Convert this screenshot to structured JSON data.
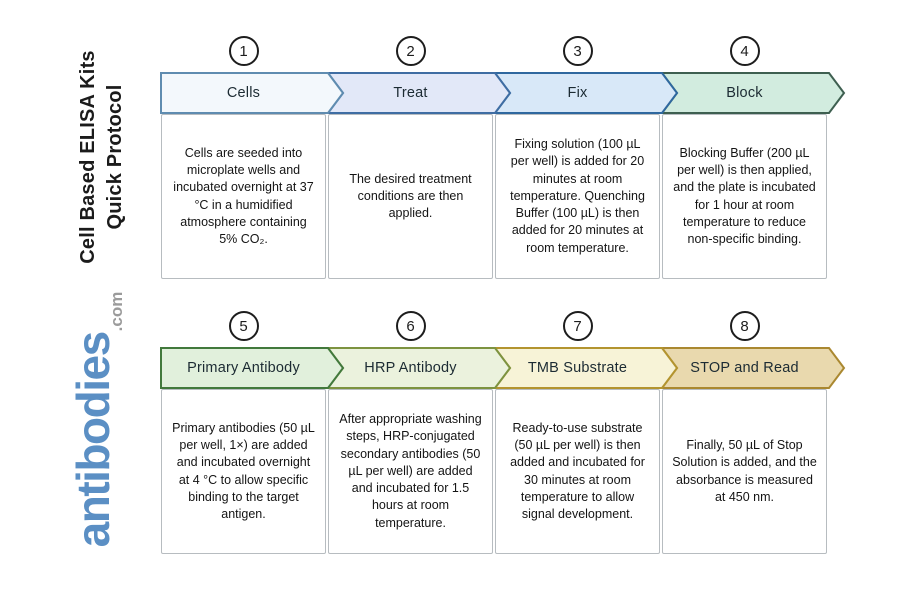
{
  "page": {
    "background": "#ffffff"
  },
  "sidebar": {
    "title_line1": "Cell Based ELISA Kits",
    "title_line2": "Quick Protocol",
    "logo_main": "antibodies",
    "logo_suffix": ".com",
    "logo_color": "#5b8fc4",
    "logo_suffix_color": "#9b9b9b"
  },
  "steps": [
    {
      "number": "1",
      "label": "Cells",
      "description": "Cells are seeded into microplate wells and incubated overnight at 37 °C in a humidified atmosphere containing 5% CO₂.",
      "fill": "#f3f8fc",
      "border": "#5f8cb0"
    },
    {
      "number": "2",
      "label": "Treat",
      "description": "The desired treatment conditions are then applied.",
      "fill": "#e2e8f8",
      "border": "#3f6da3"
    },
    {
      "number": "3",
      "label": "Fix",
      "description": "Fixing solution (100 µL per well) is added for 20 minutes at room temperature. Quenching Buffer (100 µL) is then added for 20 minutes at room temperature.",
      "fill": "#d8e8f8",
      "border": "#2f689f"
    },
    {
      "number": "4",
      "label": "Block",
      "description": "Blocking Buffer (200 µL per well) is then applied, and the plate is incubated for 1 hour at room temperature to reduce non-specific binding.",
      "fill": "#d2ecdf",
      "border": "#3e5f50"
    },
    {
      "number": "5",
      "label": "Primary Antibody",
      "description": "Primary antibodies (50 µL per well, 1×) are added and incubated overnight at 4 °C to allow specific binding to the target antigen.",
      "fill": "#e1f0dc",
      "border": "#42793c"
    },
    {
      "number": "6",
      "label": "HRP Antibody",
      "description": "After appropriate washing steps, HRP-conjugated secondary antibodies (50 µL per well) are added and incubated for 1.5 hours at room temperature.",
      "fill": "#ebf2dd",
      "border": "#7d9340"
    },
    {
      "number": "7",
      "label": "TMB Substrate",
      "description": "Ready-to-use substrate (50 µL per well) is then added and incubated for 30 minutes at room temperature to allow signal development.",
      "fill": "#f7f3d7",
      "border": "#b3942f"
    },
    {
      "number": "8",
      "label": "STOP and Read",
      "description": "Finally, 50 µL of Stop Solution is added, and the absorbance is measured at 450 nm.",
      "fill": "#e9d9ae",
      "border": "#aa8830"
    }
  ]
}
